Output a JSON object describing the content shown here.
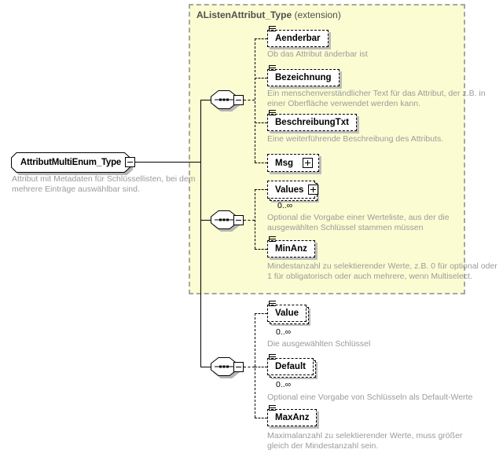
{
  "root": {
    "name": "AttributMultiEnum_Type",
    "description": "Attribut mit Metadaten für Schlüssellisten, bei dem mehrere Einträge auswählbar sind."
  },
  "extension": {
    "title": "AListenAttribut_Type",
    "label": "(extension)"
  },
  "colors": {
    "extension_fill": "#fcfcd2",
    "extension_border": "#a6a6a6",
    "node_shadow": "#b5b5b5",
    "description_text": "#9b9b9b",
    "header_text": "#4f4f4f"
  },
  "icons": {
    "collapse": "minus-box",
    "expand": "plus-box",
    "compositor": "sequence (dash-dot-dot-dot-dash)",
    "simple_content": "text-lines"
  },
  "groups": [
    {
      "compositor": "sequence",
      "children": [
        {
          "name": "Aenderbar",
          "description": "Ob das Attribut änderbar ist"
        },
        {
          "name": "Bezeichnung",
          "description": "Ein menschenverständlicher Text für das Attribut, der z.B. in einer Oberfläche verwendet werden kann."
        },
        {
          "name": "BeschreibungTxt",
          "description": "Eine weiterführende Beschreibung des Attributs."
        },
        {
          "name": "Msg"
        }
      ]
    },
    {
      "compositor": "sequence",
      "children": [
        {
          "name": "Values",
          "cardinality": "0..∞",
          "description": "Optional die Vorgabe einer Werteliste, aus der die ausgewählten Schlüssel stammen müssen"
        },
        {
          "name": "MinAnz",
          "description": "Mindestanzahl zu selektierender Werte, z.B. 0 für optional oder 1 für obligatorisch oder auch mehrere, wenn Multiselect."
        }
      ]
    },
    {
      "compositor": "sequence",
      "children": [
        {
          "name": "Value",
          "cardinality": "0..∞",
          "description": "Die ausgewählten Schlüssel"
        },
        {
          "name": "Default",
          "cardinality": "0..∞",
          "description": "Optional eine Vorgabe von Schlüsseln als Default-Werte"
        },
        {
          "name": "MaxAnz",
          "description": "Maximalanzahl zu selektierender Werte, muss größer gleich der Mindestanzahl sein."
        }
      ]
    }
  ]
}
